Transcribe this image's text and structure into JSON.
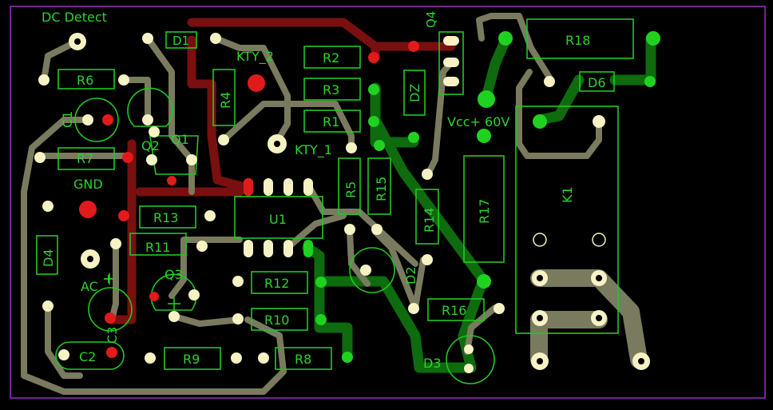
{
  "board": {
    "border_color": "#9b2fc9",
    "trace_colors": {
      "top": "#7a7a5e",
      "red_layer": "#7a0f0f",
      "green_layer": "#0e6b0e"
    },
    "pad_colors": {
      "cream": "#f6f2c4",
      "red": "#e11b1b",
      "green": "#1fd21f"
    }
  },
  "labels": {
    "dc_detect": "DC Detect",
    "d1": "D1",
    "kty2": "KTY_2",
    "r2": "R2",
    "r3": "R3",
    "r1": "R1",
    "q4": "Q4",
    "dz": "DZ",
    "r18": "R18",
    "d6": "D6",
    "r6": "R6",
    "r4": "R4",
    "c1": "C1",
    "q2": "Q2",
    "q1": "Q1",
    "kty1": "KTY_1",
    "vcc": "Vcc+ 60V",
    "r7": "R7",
    "gnd": "GND",
    "r13": "R13",
    "u1": "U1",
    "r5": "R5",
    "r15": "R15",
    "r14": "R14",
    "r17": "R17",
    "k1": "K1",
    "r11": "R11",
    "d4": "D4",
    "ac": "AC",
    "plus": "+",
    "q3": "Q3",
    "r12": "R12",
    "d2": "D2",
    "r10": "R10",
    "r16": "R16",
    "c3": "C3",
    "c2": "C2",
    "r9": "R9",
    "r8": "R8",
    "d3": "D3"
  }
}
